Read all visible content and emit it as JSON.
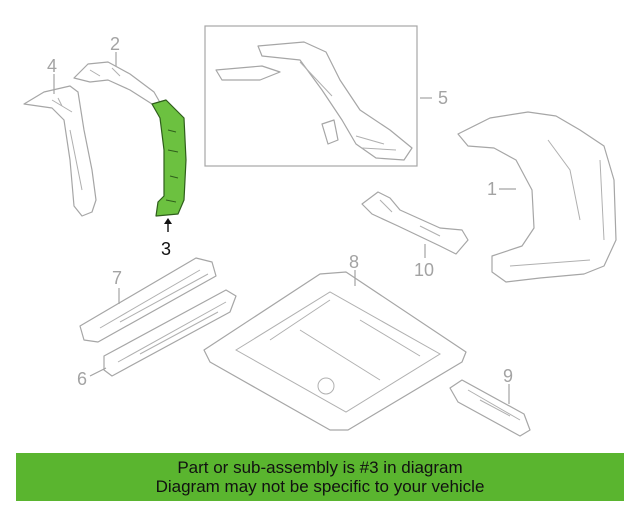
{
  "diagram": {
    "callouts": {
      "c1": "1",
      "c2": "2",
      "c3": "3",
      "c4": "4",
      "c5": "5",
      "c6": "6",
      "c7": "7",
      "c8": "8",
      "c9": "9",
      "c10": "10"
    },
    "highlight_color": "#6cc140",
    "highlight_part": "3"
  },
  "banner": {
    "line1": "Part or sub-assembly is #3 in diagram",
    "line2": "Diagram may not be specific to your vehicle",
    "color": "#5ab52f"
  }
}
